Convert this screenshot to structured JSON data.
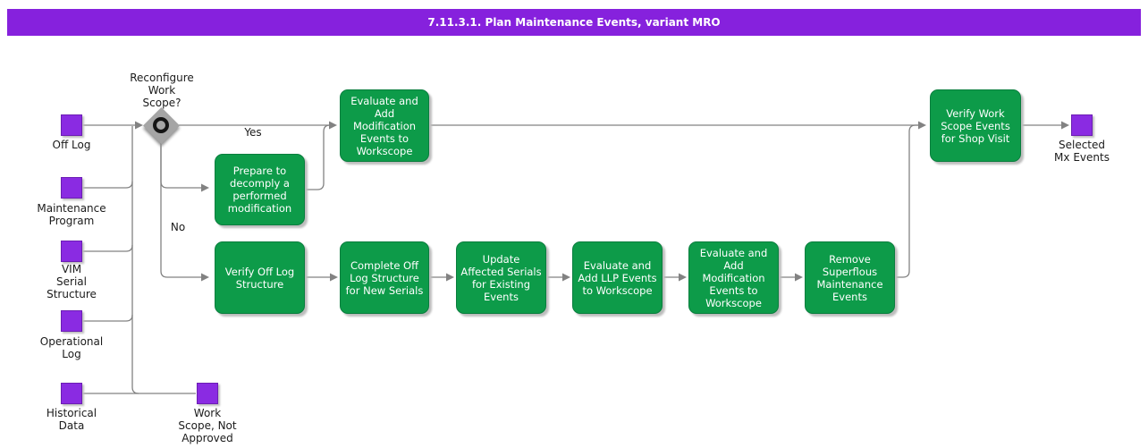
{
  "title": "7.11.3.1. Plan Maintenance Events, variant MRO",
  "decision": {
    "label": "Reconfigure\nWork\nScope?"
  },
  "edges": {
    "yes": "Yes",
    "no": "No"
  },
  "data_objects": [
    {
      "id": "off-log",
      "label": "Off Log"
    },
    {
      "id": "maintenance-program",
      "label": "Maintenance\nProgram"
    },
    {
      "id": "vim-serial-structure",
      "label": "VIM\nSerial\nStructure"
    },
    {
      "id": "operational-log",
      "label": "Operational\nLog"
    },
    {
      "id": "historical-data",
      "label": "Historical\nData"
    },
    {
      "id": "work-scope-not-approved",
      "label": "Work\nScope, Not\nApproved"
    },
    {
      "id": "selected-mx-events",
      "label": "Selected\nMx Events"
    }
  ],
  "activities": [
    {
      "id": "evaluate-add-modification-events-top",
      "label": "Evaluate and\nAdd Modification\nEvents to\nWorkscope"
    },
    {
      "id": "prepare-to-decomply",
      "label": "Prepare to\ndecomply a\nperformed\nmodification"
    },
    {
      "id": "verify-off-log-structure",
      "label": "Verify Off Log\nStructure"
    },
    {
      "id": "complete-off-log-structure",
      "label": "Complete Off\nLog Structure\nfor New Serials"
    },
    {
      "id": "update-affected-serials",
      "label": "Update\nAffected Serials\nfor Existing\nEvents"
    },
    {
      "id": "evaluate-add-llp-events",
      "label": "Evaluate and\nAdd LLP Events\nto Workscope"
    },
    {
      "id": "evaluate-add-modification-events-bottom",
      "label": "Evaluate and\nAdd Modification\nEvents to\nWorkscope"
    },
    {
      "id": "remove-superflous-maintenance-events",
      "label": "Remove\nSuperflous\nMaintenance\nEvents"
    },
    {
      "id": "verify-work-scope-events",
      "label": "Verify Work\nScope Events\nfor Shop Visit"
    }
  ],
  "colors": {
    "title_bg": "#8621DD",
    "object_fill": "#8A2BE2",
    "activity_fill": "#0D9B49",
    "activity_border": "#0A7E3E",
    "line": "#828282",
    "label_text": "#1B1B1B",
    "decision_fill": "#A5A5A5"
  }
}
